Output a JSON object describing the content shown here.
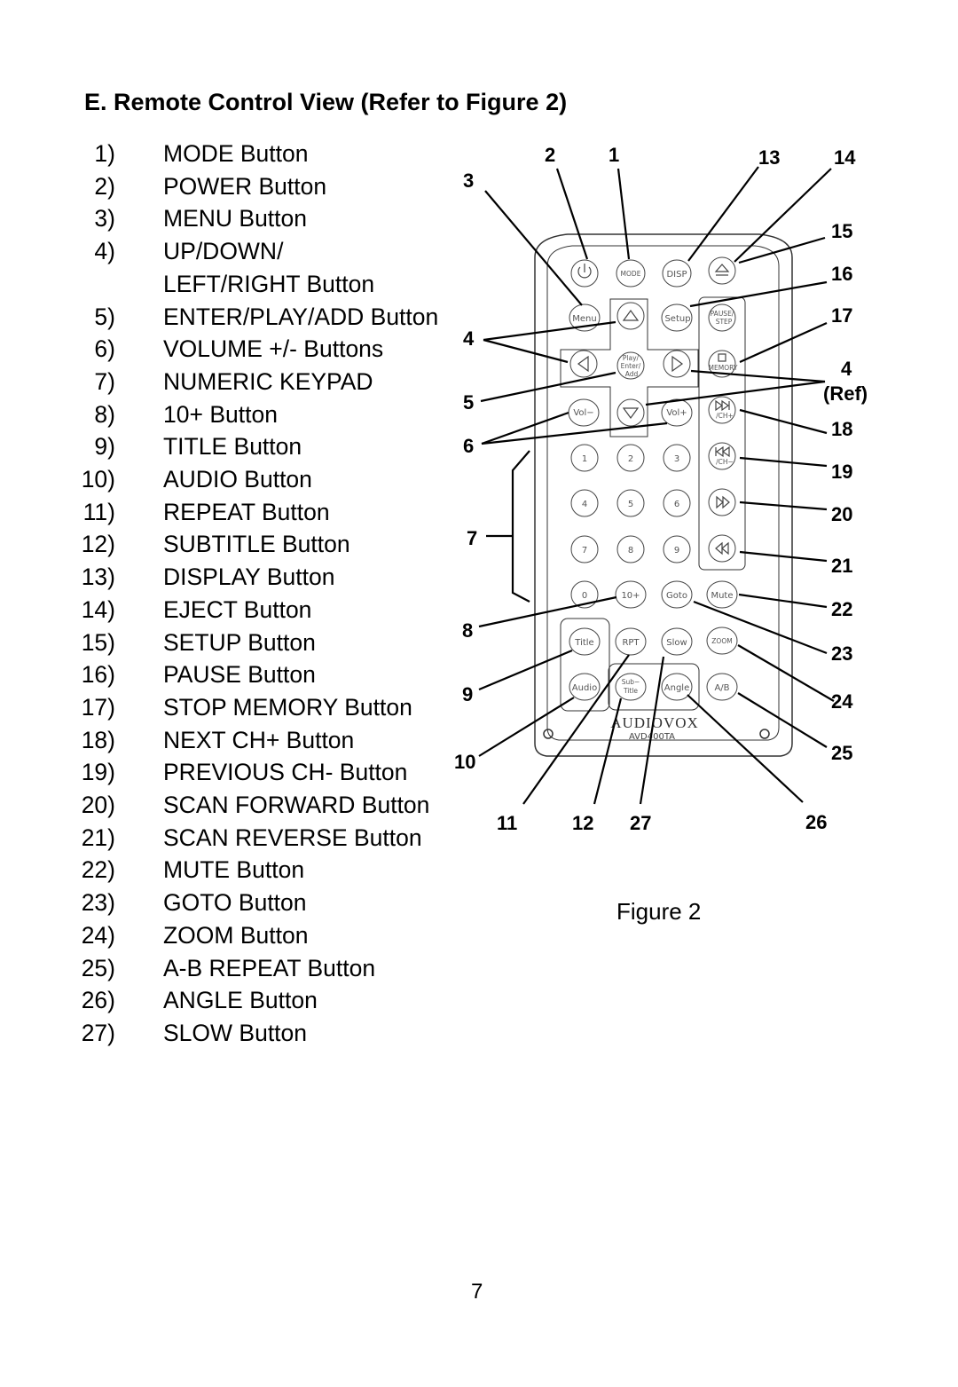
{
  "heading": "E. Remote Control View (Refer to Figure 2)",
  "items": [
    {
      "num": "1)",
      "text": "MODE Button"
    },
    {
      "num": "2)",
      "text": "POWER  Button"
    },
    {
      "num": "3)",
      "text": "MENU Button"
    },
    {
      "num": "4)",
      "text": "UP/DOWN/"
    },
    {
      "num": "",
      "text": "LEFT/RIGHT Button"
    },
    {
      "num": "5)",
      "text": "ENTER/PLAY/ADD Button"
    },
    {
      "num": "6)",
      "text": "VOLUME +/- Buttons"
    },
    {
      "num": "7)",
      "text": "NUMERIC KEYPAD"
    },
    {
      "num": "8)",
      "text": "10+ Button"
    },
    {
      "num": "9)",
      "text": "TITLE Button"
    },
    {
      "num": "10)",
      "text": "AUDIO Button"
    },
    {
      "num": "11)",
      "text": "REPEAT Button"
    },
    {
      "num": "12)",
      "text": "SUBTITLE Button"
    },
    {
      "num": "13)",
      "text": "DISPLAY Button"
    },
    {
      "num": "14)",
      "text": "EJECT Button"
    },
    {
      "num": "15)",
      "text": "SETUP Button"
    },
    {
      "num": "16)",
      "text": "PAUSE Button"
    },
    {
      "num": "17)",
      "text": "STOP MEMORY Button"
    },
    {
      "num": "18)",
      "text": "NEXT CH+ Button"
    },
    {
      "num": "19)",
      "text": "PREVIOUS CH- Button"
    },
    {
      "num": "20)",
      "text": "SCAN FORWARD Button"
    },
    {
      "num": "21)",
      "text": "SCAN REVERSE Button"
    },
    {
      "num": "22)",
      "text": "MUTE Button"
    },
    {
      "num": "23)",
      "text": "GOTO Button"
    },
    {
      "num": "24)",
      "text": "ZOOM Button"
    },
    {
      "num": "25)",
      "text": "A-B REPEAT Button"
    },
    {
      "num": "26)",
      "text": "ANGLE Button"
    },
    {
      "num": "27)",
      "text": "SLOW  Button"
    }
  ],
  "figure": {
    "caption": "Figure 2",
    "brand": "AUDIOVOX",
    "model": "AVD400TA",
    "callouts": {
      "c1": "1",
      "c2": "2",
      "c3": "3",
      "c4": "4",
      "c5": "5",
      "c6": "6",
      "c7": "7",
      "c8": "8",
      "c9": "9",
      "c10": "10",
      "c11": "11",
      "c12": "12",
      "c13": "13",
      "c14": "14",
      "c15": "15",
      "c16": "16",
      "c17": "17",
      "c4ref": "4",
      "ref": "(Ref)",
      "c18": "18",
      "c19": "19",
      "c20": "20",
      "c21": "21",
      "c22": "22",
      "c23": "23",
      "c24": "24",
      "c25": "25",
      "c26": "26",
      "c27": "27"
    },
    "buttons": {
      "mode": "MODE",
      "disp": "DISP",
      "menu": "Menu",
      "setup": "Setup",
      "pause1": "PAUSE/",
      "pause2": "STEP",
      "play1": "Play/",
      "play2": "Enter/",
      "play3": "Add",
      "memory": "MEMORY",
      "vol_minus": "Vol−",
      "vol_plus": "Vol+",
      "ch_plus": "/CH+",
      "ch_minus": "/CH−",
      "k1": "1",
      "k2": "2",
      "k3": "3",
      "k4": "4",
      "k5": "5",
      "k6": "6",
      "k7": "7",
      "k8": "8",
      "k9": "9",
      "k0": "0",
      "k10": "10+",
      "goto": "Goto",
      "mute": "Mute",
      "title": "Title",
      "rpt": "RPT",
      "slow": "Slow",
      "zoom": "ZOOM",
      "audio": "Audio",
      "sub1": "Sub−",
      "sub2": "Title",
      "angle": "Angle",
      "ab": "A/B"
    }
  },
  "page_number": "7"
}
